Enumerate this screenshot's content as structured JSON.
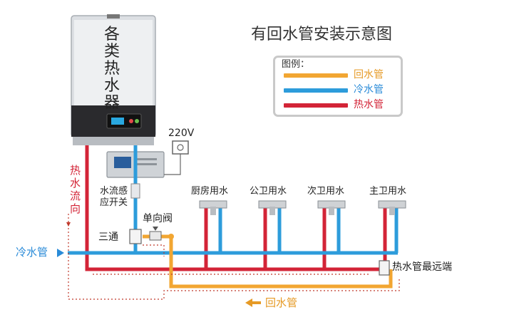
{
  "title": "有回水管安装示意图",
  "legend": {
    "heading": "图例：",
    "items": [
      {
        "label": "回水管",
        "color": "#f2a632"
      },
      {
        "label": "冷水管",
        "color": "#2d9cdb"
      },
      {
        "label": "热水管",
        "color": "#d32437"
      }
    ]
  },
  "heater": {
    "label_chars": [
      "各",
      "类",
      "热",
      "水",
      "器"
    ]
  },
  "power_label": "220V",
  "labels": {
    "hot_flow": [
      "热",
      "水",
      "流",
      "向"
    ],
    "flow_switch_line1": "水流感",
    "flow_switch_line2": "应开关",
    "check_valve": "单向阀",
    "tee": "三通",
    "cold_pipe": "冷水管",
    "far_end": "热水管最远端",
    "return_pipe": "回水管"
  },
  "outlets": [
    {
      "label": "厨房用水"
    },
    {
      "label": "公卫用水"
    },
    {
      "label": "次卫用水"
    },
    {
      "label": "主卫用水"
    }
  ],
  "colors": {
    "hot": "#d32437",
    "cold": "#2d9cdb",
    "return": "#f2a632"
  }
}
